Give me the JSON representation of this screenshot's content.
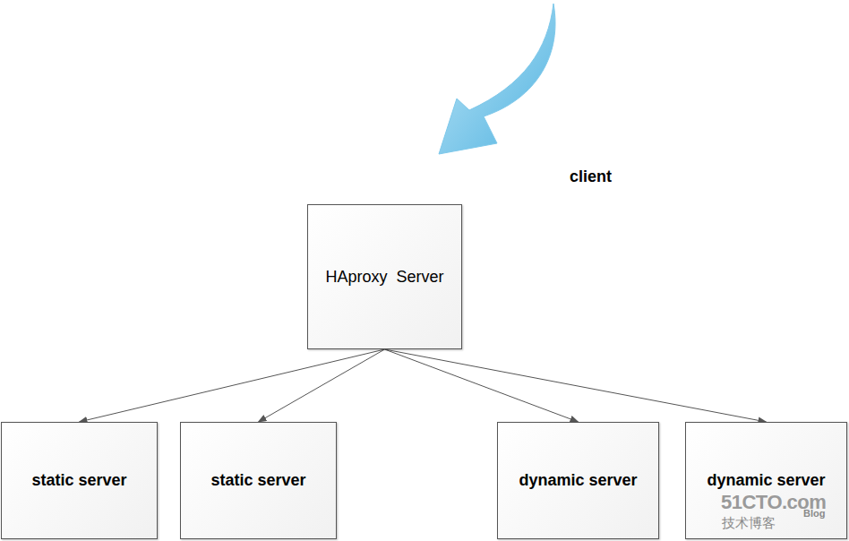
{
  "diagram": {
    "nodes": [
      {
        "text": [
          "HAproxy  Server"
        ]
      },
      {
        "text": [
          "static server"
        ]
      },
      {
        "text": [
          "static server"
        ]
      },
      {
        "text": [
          "dynamic server"
        ]
      },
      {
        "text": [
          "dynamic server"
        ]
      }
    ],
    "edges": [
      {
        "from": 0,
        "to": 1,
        "arrow": "to"
      },
      {
        "from": 0,
        "to": 2,
        "arrow": "to"
      },
      {
        "from": 0,
        "to": 3,
        "arrow": "to"
      },
      {
        "from": 0,
        "to": 4,
        "arrow": "to"
      }
    ],
    "labels": [
      "client",
      "51CTO.com",
      "技术博客",
      "Blog"
    ]
  }
}
